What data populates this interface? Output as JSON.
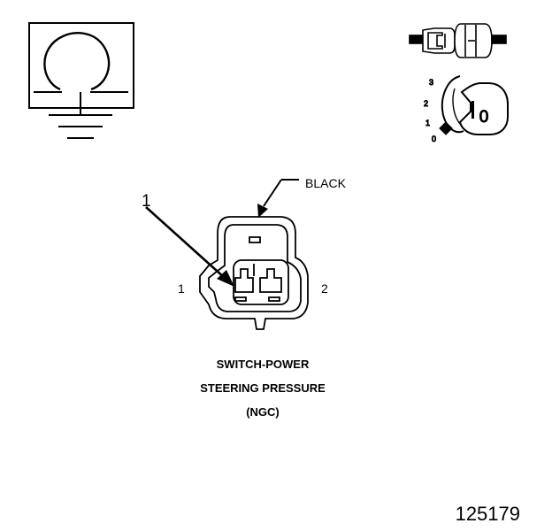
{
  "callout": {
    "number": "1",
    "color_label": "BLACK"
  },
  "pins": {
    "left": "1",
    "right": "2"
  },
  "key_positions": [
    "3",
    "2",
    "1",
    "0"
  ],
  "key_face_label": "0",
  "caption_lines": [
    "SWITCH-POWER",
    "STEERING PRESSURE",
    "(NGC)"
  ],
  "figure_number": "125179",
  "colors": {
    "ink": "#000000",
    "paper": "#ffffff"
  },
  "icons": [
    "ground-symbol-icon",
    "connector-plug-icon",
    "ignition-key-icon"
  ]
}
